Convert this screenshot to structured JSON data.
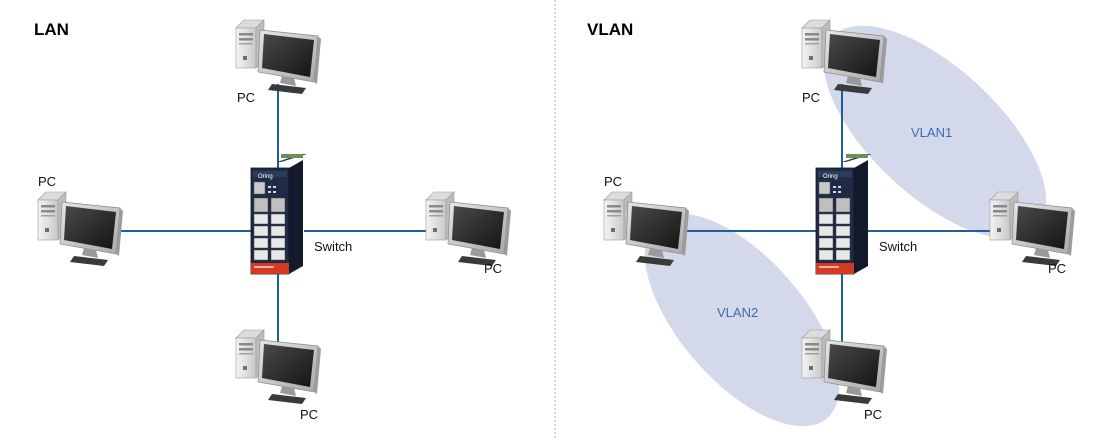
{
  "panels": {
    "lan": {
      "title": "LAN",
      "switch_label": "Switch",
      "pc_label": "PC"
    },
    "vlan": {
      "title": "VLAN",
      "switch_label": "Switch",
      "pc_label": "PC",
      "vlan1_label": "VLAN1",
      "vlan2_label": "VLAN2"
    }
  },
  "switch_brand": "Oring",
  "colors": {
    "link": "#1f5fa0",
    "vlan_ellipse": "#d3d9ea",
    "vlan_text": "#3a6db0",
    "switch_body": "#1f2a44",
    "switch_accent": "#d43a22",
    "divider": "#b5b5b5"
  },
  "icons": {
    "pc": "desktop-pc-icon",
    "switch": "industrial-switch-icon"
  }
}
